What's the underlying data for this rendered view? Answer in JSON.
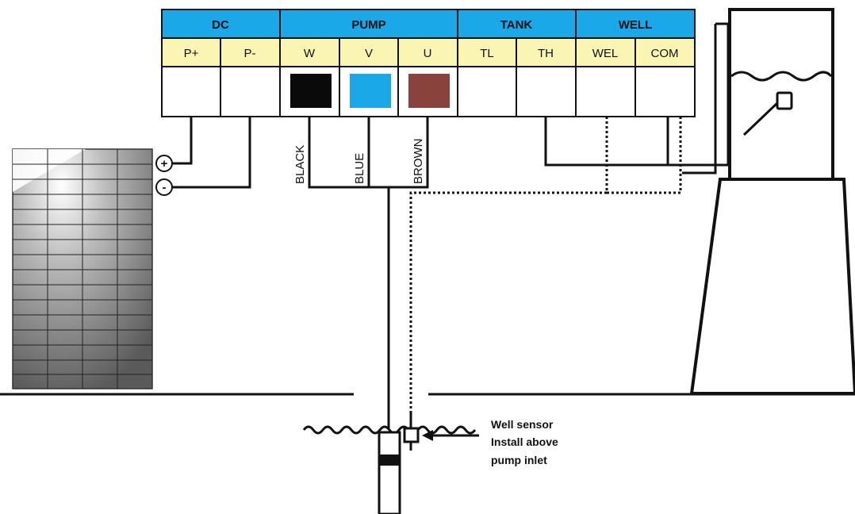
{
  "colors": {
    "header_blue": "#1aa8e8",
    "label_yellow": "#fbf5b4",
    "wire_black": "#0a0a0a",
    "wire_blue": "#1aa8e8",
    "wire_brown": "#8a423c",
    "line": "#111111"
  },
  "groups": {
    "dc": "DC",
    "pump": "PUMP",
    "tank": "TANK",
    "well": "WELL"
  },
  "terminals": {
    "p_plus": "P+",
    "p_minus": "P-",
    "w": "W",
    "v": "V",
    "u": "U",
    "tl": "TL",
    "th": "TH",
    "wel": "WEL",
    "com": "COM"
  },
  "wires": {
    "black": "BLACK",
    "blue": "BLUE",
    "brown": "BROWN"
  },
  "polarity": {
    "plus": "+",
    "minus": "-"
  },
  "well_sensor_note": {
    "line1": "Well sensor",
    "line2": "Install above",
    "line3": "pump inlet"
  }
}
